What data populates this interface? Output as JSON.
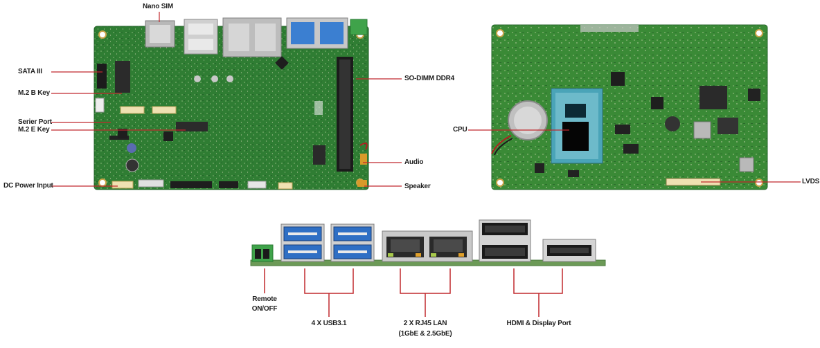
{
  "labels": {
    "nano_sim": "Nano SIM",
    "sata": "SATA III",
    "m2_b_key": "M.2 B Key",
    "serier_port": "Serier Port",
    "m2_e_key": "M.2 E Key",
    "dc_power": "DC Power Input",
    "so_dimm": "SO-DIMM DDR4",
    "audio": "Audio",
    "speaker": "Speaker",
    "cpu": "CPU",
    "lvds": "LVDS",
    "remote_line1": "Remote",
    "remote_line2": "ON/OFF",
    "usb": "4 X USB3.1",
    "lan_line1": "2 X RJ45 LAN",
    "lan_line2": "(1GbE & 2.5GbE)",
    "hdmi_dp": "HDMI & Display Port"
  },
  "colors": {
    "pcb": "#2f7d33",
    "pcb_dark": "#1f5e24",
    "callout": "#c0282d",
    "usb_blue": "#2f6fc4",
    "terminal_green": "#3fa34a",
    "cpu_die": "#0c2a35",
    "cpu_substrate": "#4aa4b8"
  }
}
